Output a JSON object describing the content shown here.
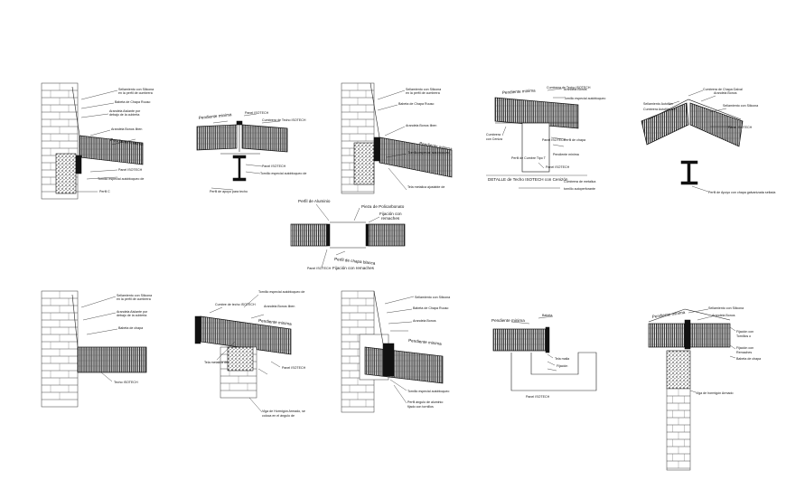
{
  "details": {
    "d1": {
      "labels": [
        "Sellamiento con Silicona",
        "en la perfil de cumbrera",
        "Babeta de Chapa Ruuso",
        "Arandela Aislante por",
        "debajo de la cubierta",
        "Arandela Bonos Iiben",
        "Pendiente minima",
        "Panel ISOTECH",
        "Tornillo especial autobloqueo de",
        "Perfil C"
      ]
    },
    "d2": {
      "labels": [
        "Pendiente minima",
        "Panel ISOTECH",
        "Cumbrera de Techo ISOTECH",
        "Panel ISOTECH",
        "Tornillo especial autobloqueo de",
        "Perfil de apoyo para techo"
      ]
    },
    "d3": {
      "labels": [
        "Sellamiento con Silicona",
        "en la perfil de cumbrera",
        "Babeta de Chapa Ruuso",
        "Arandela Bonos Iiben",
        "Tornillo especial autobloqueo",
        "Tela metalica ajustable de",
        "Pendiente minima"
      ]
    },
    "d4": {
      "labels": [
        "Pendiente minima",
        "Cumbrera de Techo ISOTECH",
        "Arandela Bonos",
        "Tornillo especial autobloqueo",
        "Perfil de chapa",
        "Cumbrera",
        "con Ceniza",
        "Panel ISOTECH",
        "Perfil de Cumbre Tipo T",
        "Pendiente minima",
        "Panel ISOTECH"
      ],
      "caption": "DETALLE de Techo ISOTECH con Cenizón",
      "caption_notes": [
        "Cumbrera de metalica",
        "tornillo autoperforante"
      ]
    },
    "d5": {
      "labels": [
        "Sellamiento Autofilm",
        "Cumbrera de Chapa Galval",
        "Cumbrera Autofilm con",
        "Arandela Bonos",
        "Sellamiento con Silicona",
        "Panel ISOTECH",
        "Perfil de Apoyo con chapa galvanizada sellada"
      ]
    },
    "d6": {
      "labels": [
        "Perfil de Aluminio",
        "Pieza de Policarbonato",
        "Fijación con",
        "remaches",
        "Perfil de chapa blanca",
        "Fijación con remaches",
        "Panel ISOTECH"
      ]
    },
    "d7": {
      "labels": [
        "Sellamiento con Silicona",
        "en la perfil de cumbrera",
        "Arandela Aislante por",
        "debajo de la cubierta",
        "Babeta de chapa",
        "Techo ISOTECH"
      ]
    },
    "d8": {
      "labels": [
        "Cumbre de techo ISOTECH",
        "Pendiente minima",
        "Arandela Bonos Iiben",
        "Tornillo especial autobloqueo de",
        "Panel ISOTECH",
        "Tela metalica de",
        "Viga de Hormigón Armado, se",
        "coloca en el ángulo de"
      ]
    },
    "d9": {
      "labels": [
        "Sellamiento con Silicona",
        "Babeta de Chapa Ruuso",
        "Pendiente minima",
        "Arandela Bonos",
        "Tornillo especial autobloqueo",
        "Perfil ángulo de aluminio",
        "fijado con tornillos"
      ]
    },
    "d10": {
      "labels": [
        "Pendiente minima",
        "Babeta",
        "Tela malla",
        "Fijación",
        "Panel ISOTECH"
      ]
    },
    "d11": {
      "labels": [
        "Sellamiento con Silicona",
        "Arandela Bonos",
        "Pendiente minima",
        "Fijación con",
        "Tornillos o",
        "Fijación con",
        "Remaches",
        "Babeta de chapa",
        "Viga de hormigón Armado"
      ]
    }
  }
}
